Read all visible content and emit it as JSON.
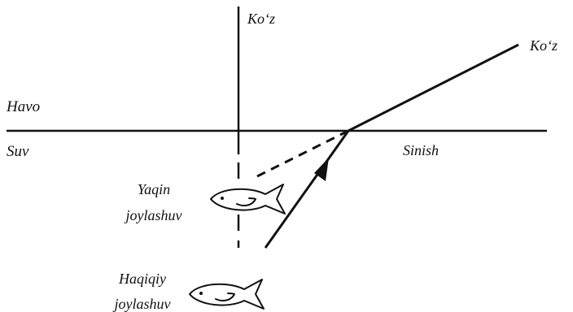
{
  "labels": {
    "air": "Havo",
    "water": "Suv",
    "eye_top": "Ko‘z",
    "eye_right": "Ko‘z",
    "refraction": "Sinish",
    "apparent_line1": "Yaqin",
    "apparent_line2": "joylashuv",
    "real_line1": "Haqiqiy",
    "real_line2": "joylashuv"
  },
  "icons": [
    "fish-icon",
    "arrowhead-icon"
  ]
}
